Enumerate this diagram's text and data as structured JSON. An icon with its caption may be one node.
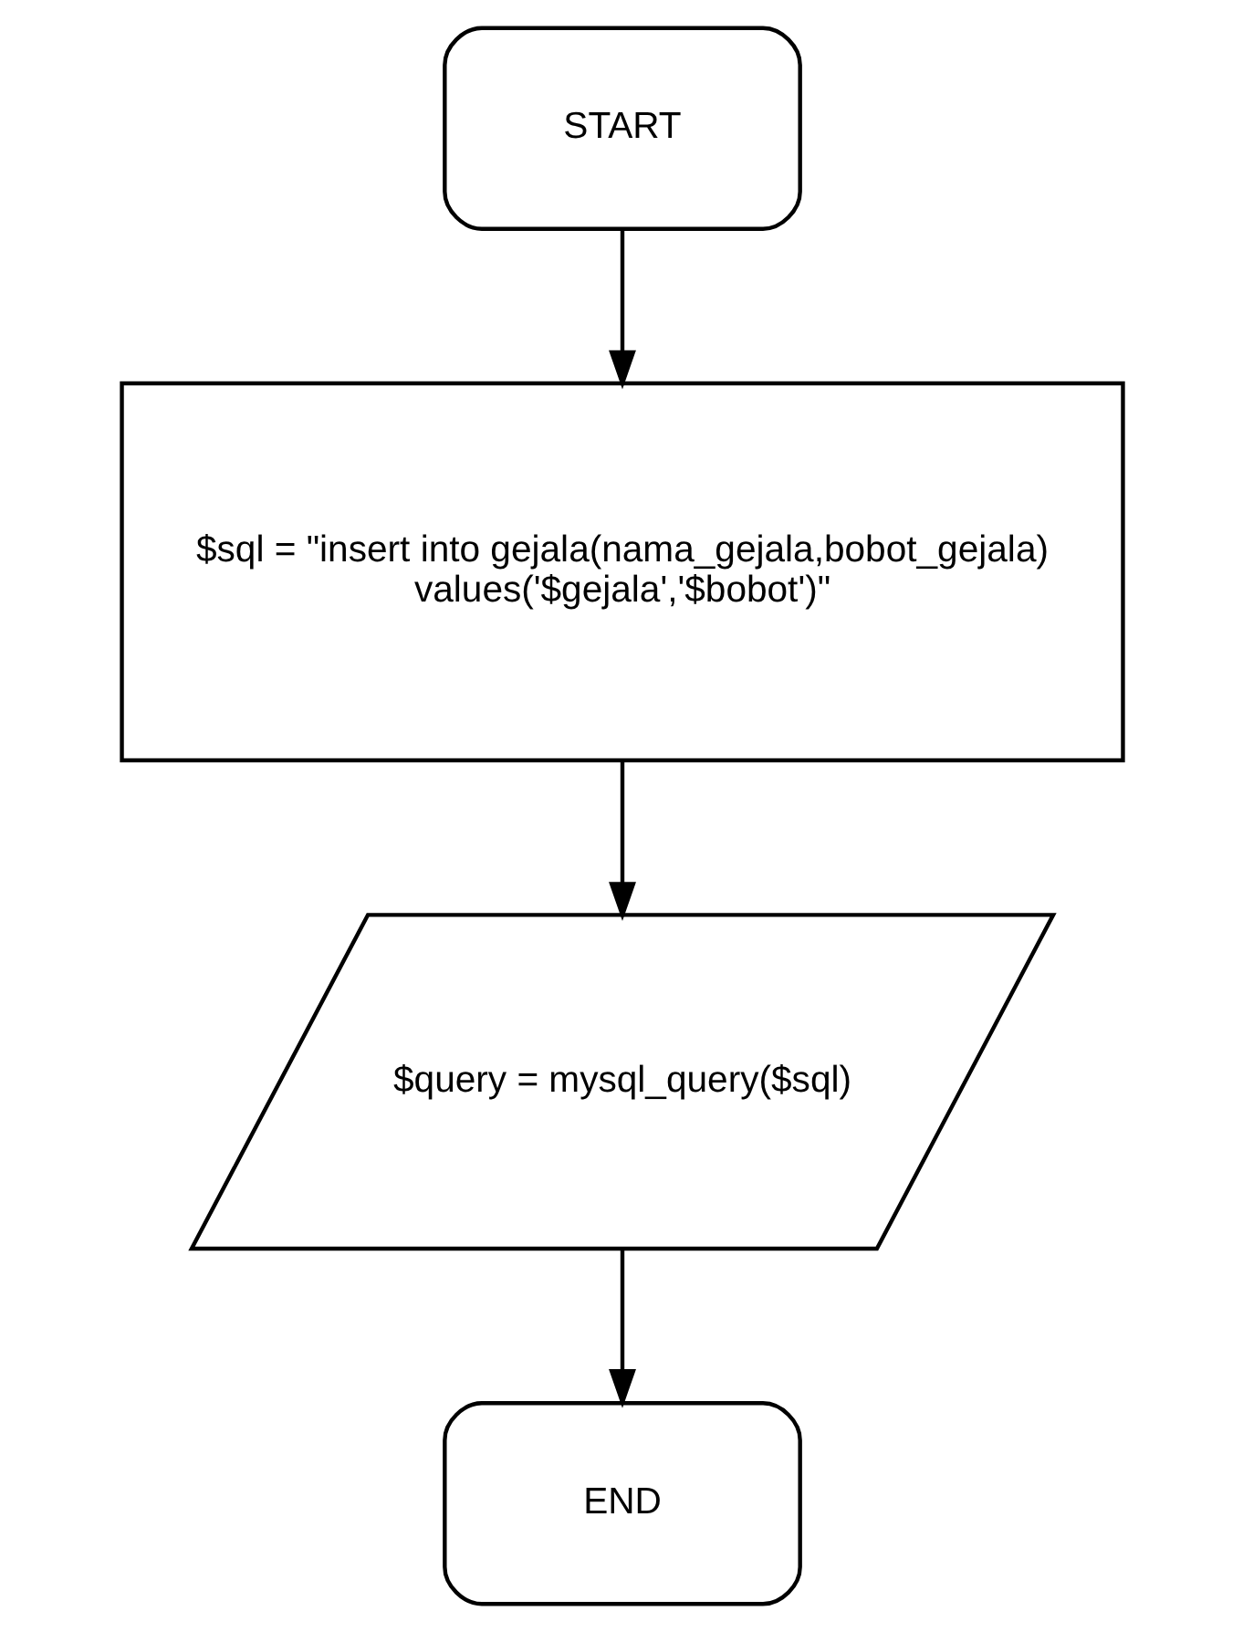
{
  "diagram": {
    "nodes": [
      {
        "text": [
          "START"
        ]
      },
      {
        "text": [
          "$sql = \"insert into gejala(nama_gejala,bobot_gejala) values('$gejala','$bobot')\""
        ]
      },
      {
        "text": [
          "$query = mysql_query($sql)"
        ]
      },
      {
        "text": [
          "END"
        ]
      }
    ],
    "edges": [
      {
        "from": 0,
        "to": 1,
        "arrow": "to"
      },
      {
        "from": 1,
        "to": 2,
        "arrow": "to"
      },
      {
        "from": 2,
        "to": 3,
        "arrow": "to"
      }
    ]
  }
}
